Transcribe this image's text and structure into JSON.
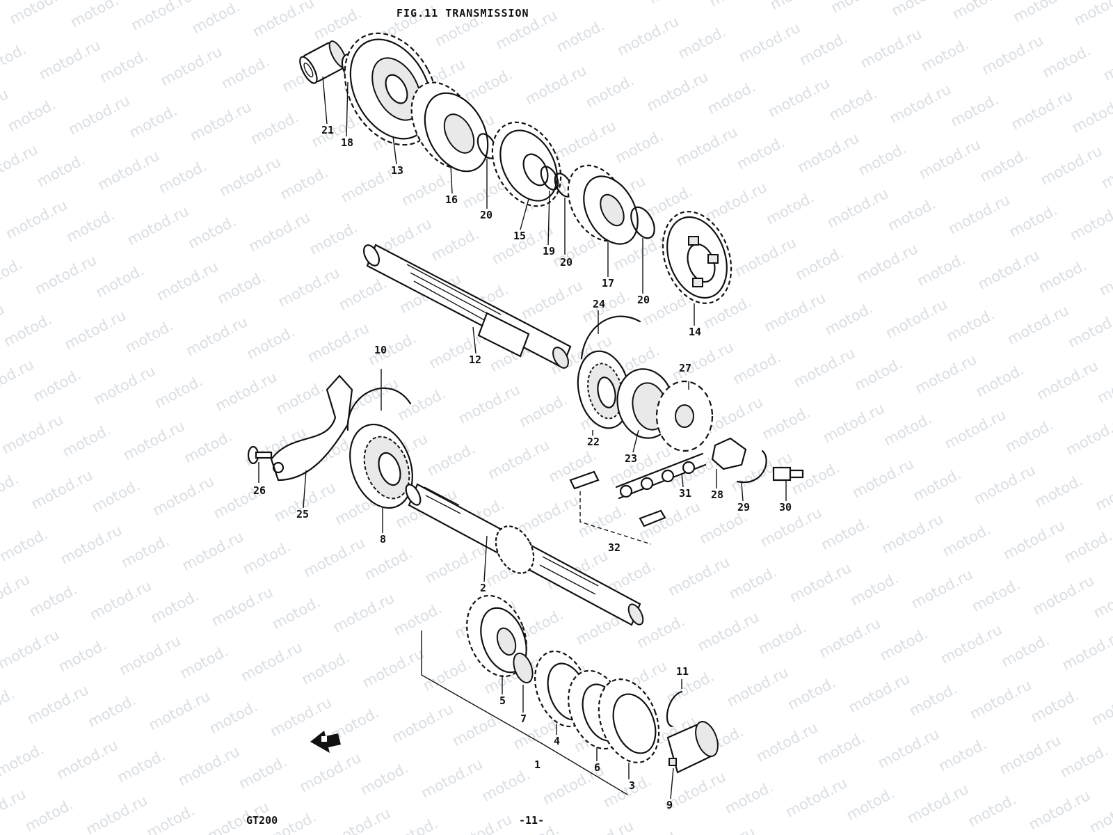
{
  "figure": {
    "title": "FIG.11  TRANSMISSION",
    "model": "GT200",
    "page": "-11-"
  },
  "watermark": "motod.ru",
  "parts": {
    "p1": "1",
    "p2": "2",
    "p3": "3",
    "p4": "4",
    "p5": "5",
    "p6": "6",
    "p7": "7",
    "p8": "8",
    "p9": "9",
    "p10": "10",
    "p11": "11",
    "p12": "12",
    "p13": "13",
    "p14": "14",
    "p15": "15",
    "p16": "16",
    "p17": "17",
    "p18": "18",
    "p19": "19",
    "p20a": "20",
    "p20b": "20",
    "p20c": "20",
    "p21": "21",
    "p22": "22",
    "p23": "23",
    "p24": "24",
    "p25": "25",
    "p26": "26",
    "p27": "27",
    "p28": "28",
    "p29": "29",
    "p30": "30",
    "p31": "31",
    "p32": "32"
  },
  "icons": {
    "front_arrow": "direction-arrow-icon"
  }
}
